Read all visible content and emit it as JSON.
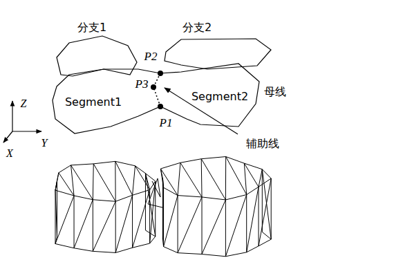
{
  "diagram": {
    "labels": [
      "分支1",
      "分支2",
      "P2",
      "P3",
      "Segment1",
      "Segment2",
      "母线",
      "P1",
      "辅助线",
      "Z",
      "Y",
      "X"
    ]
  }
}
